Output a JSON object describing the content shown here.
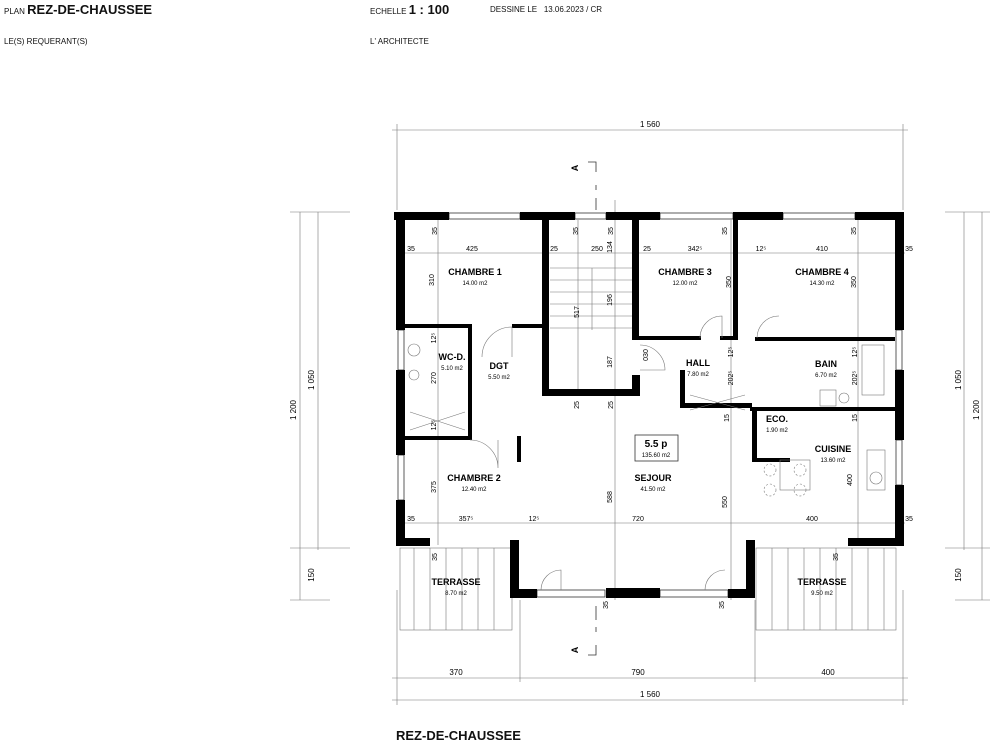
{
  "header": {
    "plan_label": "PLAN",
    "plan_title": "REZ-DE-CHAUSSEE",
    "scale_label": "ECHELLE",
    "scale_value": "1 : 100",
    "drawn_label": "DESSINE LE",
    "drawn_value": "13.06.2023 / CR",
    "applicant_label": "LE(S) REQUERANT(S)",
    "architect_label": "L' ARCHITECTE"
  },
  "rooms": [
    {
      "name": "CHAMBRE 1",
      "area": "14.00 m2"
    },
    {
      "name": "CHAMBRE 3",
      "area": "12.00 m2"
    },
    {
      "name": "CHAMBRE 4",
      "area": "14.30 m2"
    },
    {
      "name": "WC-D.",
      "area": "5.10 m2"
    },
    {
      "name": "DGT",
      "area": "5.50 m2"
    },
    {
      "name": "HALL",
      "area": "7.80 m2"
    },
    {
      "name": "BAIN",
      "area": "6.70 m2"
    },
    {
      "name": "ECO.",
      "area": "1.90 m2"
    },
    {
      "name": "CUISINE",
      "area": "13.60 m2"
    },
    {
      "name": "CHAMBRE 2",
      "area": "12.40 m2"
    },
    {
      "name": "SEJOUR",
      "area": "41.50 m2"
    },
    {
      "name": "TERRASSE",
      "area": "8.70 m2"
    },
    {
      "name": "TERRASSE",
      "area": "9.50 m2"
    }
  ],
  "summary": {
    "rooms": "5.5 p",
    "area": "135.60 m2"
  },
  "section_marker": "A",
  "overall_dims": {
    "top": "1 560",
    "bottom": "1 560",
    "bottom_parts": [
      "370",
      "790",
      "400"
    ],
    "left_total": "1 200",
    "left_main": "1 050",
    "left_terrace": "150",
    "right_total": "1 200",
    "right_main": "1 050",
    "right_terrace": "150"
  },
  "dims_top_row": [
    "35",
    "425",
    "25",
    "250",
    "25",
    "342⁵",
    "12⁵",
    "410",
    "35"
  ],
  "dims_mid_row": [
    "35",
    "357⁵",
    "12⁵",
    "720",
    "400",
    "35"
  ],
  "dims_vertical": [
    "35",
    "35",
    "35",
    "134",
    "310",
    "517",
    "196",
    "350",
    "350",
    "35",
    "35",
    "12⁵",
    "270",
    "187",
    "030",
    "12⁵",
    "202⁵",
    "12⁵",
    "202⁵",
    "25",
    "25",
    "15",
    "15",
    "12⁵",
    "375",
    "588",
    "550",
    "400",
    "35",
    "35",
    "35",
    "35"
  ],
  "footer_title": "REZ-DE-CHAUSSEE"
}
